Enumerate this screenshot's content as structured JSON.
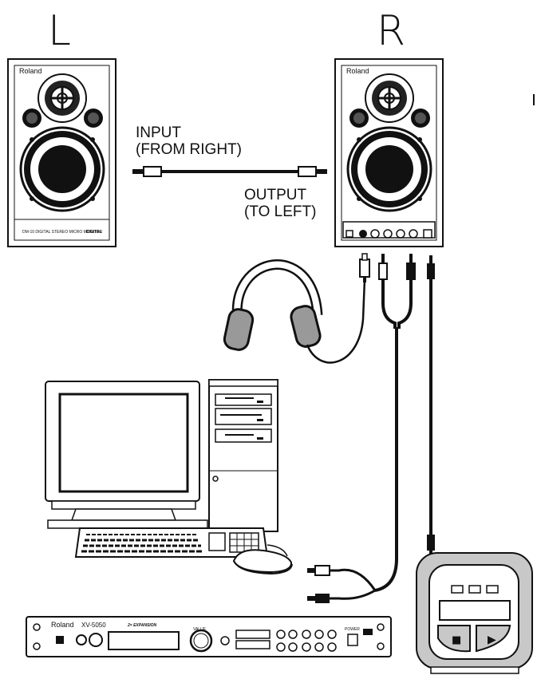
{
  "channels": {
    "left": "L",
    "right": "R"
  },
  "speaker_left": {
    "brand": "Roland",
    "model_line": "DM-10 DIGITAL STEREO MICRO MONITOR",
    "badge": "DIGITAL"
  },
  "speaker_right": {
    "brand": "Roland"
  },
  "cable_labels": {
    "input_line1": "INPUT",
    "input_line2": "(FROM RIGHT)",
    "output_line1": "OUTPUT",
    "output_line2": "(TO LEFT)"
  },
  "module": {
    "brand": "Roland",
    "model": "XV-5050",
    "expansion": "2× EXPANSION",
    "knob_label": "VALUE",
    "power_label": "POWER"
  },
  "player": {
    "stop_symbol": "■",
    "play_symbol": "▶"
  }
}
